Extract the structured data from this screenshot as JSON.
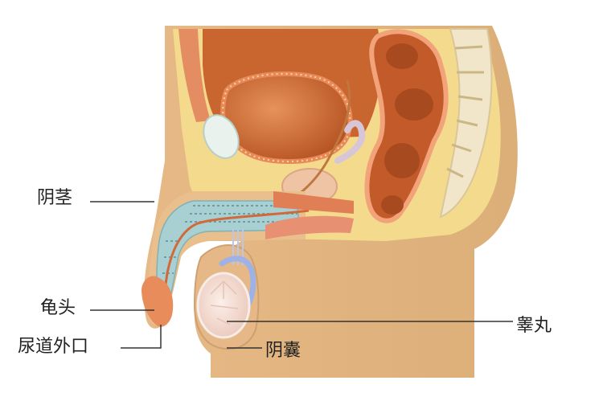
{
  "labels": {
    "penis": "阴茎",
    "glans": "龟头",
    "urethral_meatus": "尿道外口",
    "testis": "睾丸",
    "scrotum": "阴囊"
  },
  "colors": {
    "skin": "#e9bf8d",
    "fat": "#f3d98b",
    "muscle": "#e08a5c",
    "bladder": "#c9662f",
    "tissue_pink": "#f3c9b0",
    "erectile": "#a9cfd3",
    "testis": "#f4e0d8",
    "leader_line": "#333333"
  }
}
